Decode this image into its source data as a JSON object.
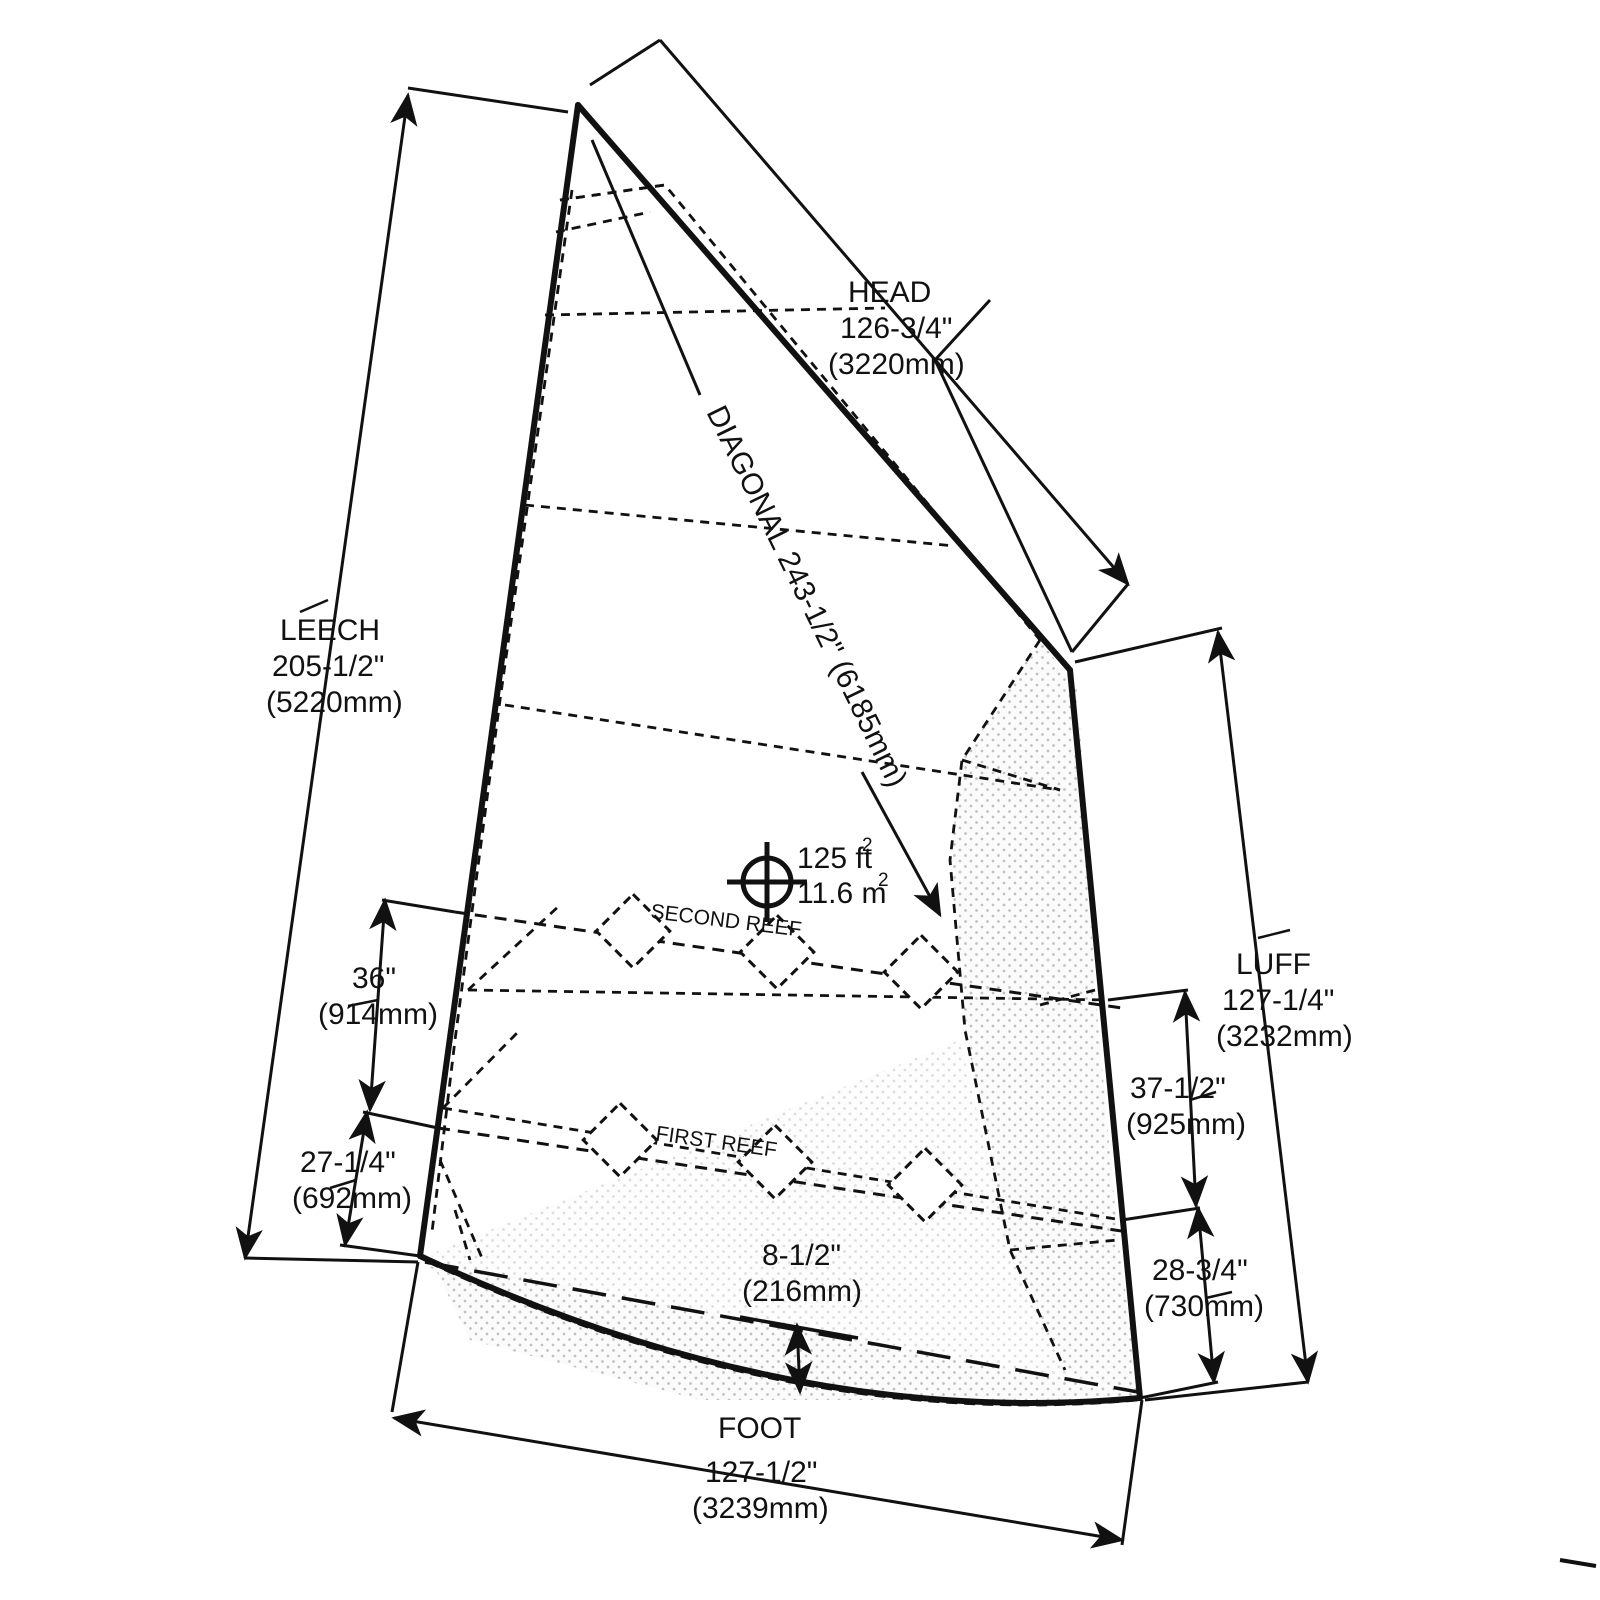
{
  "drawing": {
    "type": "sail-plan",
    "title_present": false,
    "colors": {
      "outline": "#111111",
      "seam": "#111111",
      "shade_fill": "#f2f2f2",
      "stipple_dot": "#b9b9b9",
      "background": "#ffffff"
    }
  },
  "area": {
    "imperial_value": "125 ft",
    "imperial_sup": "2",
    "metric_value": "11.6 m",
    "metric_sup": "2",
    "marker": "centroid-crosshair"
  },
  "edges": {
    "head": {
      "label": "HEAD",
      "imperial": "126-3/4\"",
      "metric": "(3220mm)"
    },
    "leech": {
      "label": "LEECH",
      "imperial": "205-1/2\"",
      "metric": "(5220mm)"
    },
    "luff": {
      "label": "LUFF",
      "imperial": "127-1/4\"",
      "metric": "(3232mm)"
    },
    "foot": {
      "label": "FOOT",
      "imperial": "127-1/2\"",
      "metric": "(3239mm)"
    },
    "diagonal": {
      "label": "DIAGONAL 243-1/2\" (6185mm)"
    }
  },
  "reefs": [
    {
      "name": "SECOND REEF"
    },
    {
      "name": "FIRST REEF"
    }
  ],
  "dimensions": {
    "leech_second_reef": {
      "imperial": "36\"",
      "metric": "(914mm)"
    },
    "leech_first_reef": {
      "imperial": "27-1/4\"",
      "metric": "(692mm)"
    },
    "luff_second_reef": {
      "imperial": "37-1/2\"",
      "metric": "(925mm)"
    },
    "luff_first_reef": {
      "imperial": "28-3/4\"",
      "metric": "(730mm)"
    },
    "foot_roach": {
      "imperial": "8-1/2\"",
      "metric": "(216mm)"
    }
  }
}
